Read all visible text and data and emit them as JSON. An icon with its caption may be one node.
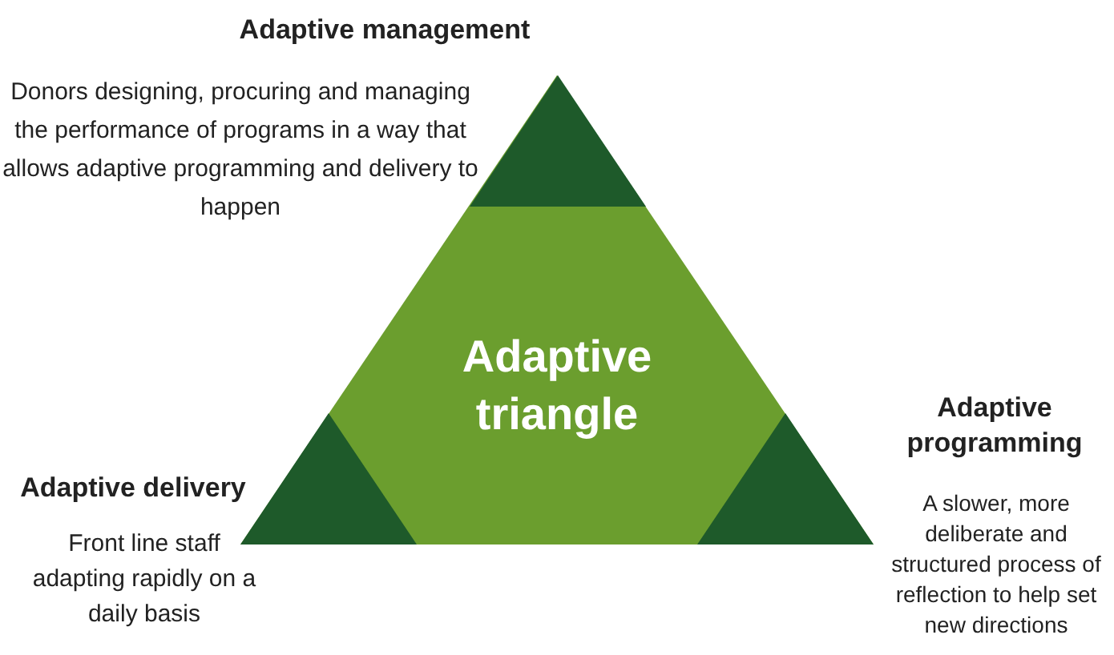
{
  "diagram": {
    "nodes": [
      {
        "text": [
          "Adaptive triangle"
        ]
      },
      {
        "text": [],
        "shape": "triangle",
        "in": 0,
        "beside": [
          "Adaptive management",
          "Donors designing, procuring and managing the performance of programs in a way that allows adaptive programming and delivery to happen"
        ]
      },
      {
        "text": [],
        "shape": "triangle",
        "in": 0,
        "beside": [
          "Adaptive delivery",
          "Front line staff adapting rapidly on a daily basis"
        ]
      },
      {
        "text": [],
        "shape": "triangle",
        "in": 0,
        "beside": [
          "Adaptive programming",
          "A slower, more deliberate and structured process of reflection to help set new directions"
        ]
      }
    ]
  }
}
